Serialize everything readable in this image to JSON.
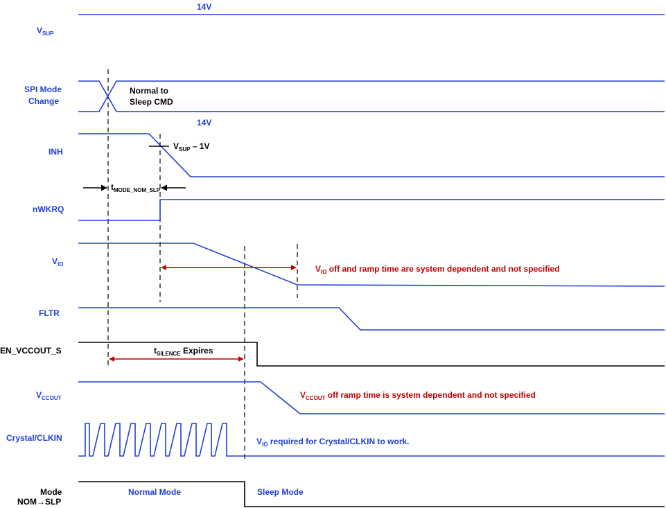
{
  "signals": {
    "vsup": {
      "base": "V",
      "sub": "SUP",
      "level": "14V"
    },
    "spi": {
      "line1": "SPI Mode",
      "line2": "Change",
      "cmd_line1": "Normal to",
      "cmd_line2": "Sleep CMD"
    },
    "inh": {
      "label": "INH",
      "level": "14V",
      "thresh_base": "V",
      "thresh_sub": "SUP",
      "thresh_rest": " – 1V"
    },
    "tmode": {
      "base": "t",
      "sub": "MODE_NOM_SLP"
    },
    "nwkrq": {
      "label": "nWKRQ"
    },
    "vio": {
      "base": "V",
      "sub": "IO",
      "note_base": "V",
      "note_sub": "IO",
      "note_rest": " off and ramp time are system dependent and not specified"
    },
    "fltr": {
      "label": "FLTR"
    },
    "en_vccout": {
      "label": "EN_VCCOUT_S",
      "t_base": "t",
      "t_sub": "SILENCE",
      "t_rest": " Expires"
    },
    "vccout": {
      "base": "V",
      "sub": "CCOUT",
      "note_base": "V",
      "note_sub": "CCOUT",
      "note_rest": " off ramp time is system dependent and not specified"
    },
    "crystal": {
      "label": "Crystal/CLKIN",
      "note_base": "V",
      "note_sub": "IO",
      "note_rest": " required for Crystal/CLKIN to work."
    },
    "mode": {
      "line1": "Mode",
      "line2": "NOM→SLP",
      "normal": "Normal Mode",
      "sleep": "Sleep Mode"
    }
  },
  "colors": {
    "signal": "#1f3fd6",
    "note": "#c00000",
    "black": "#000000"
  },
  "icons": {
    "arrow": "arrowhead"
  }
}
